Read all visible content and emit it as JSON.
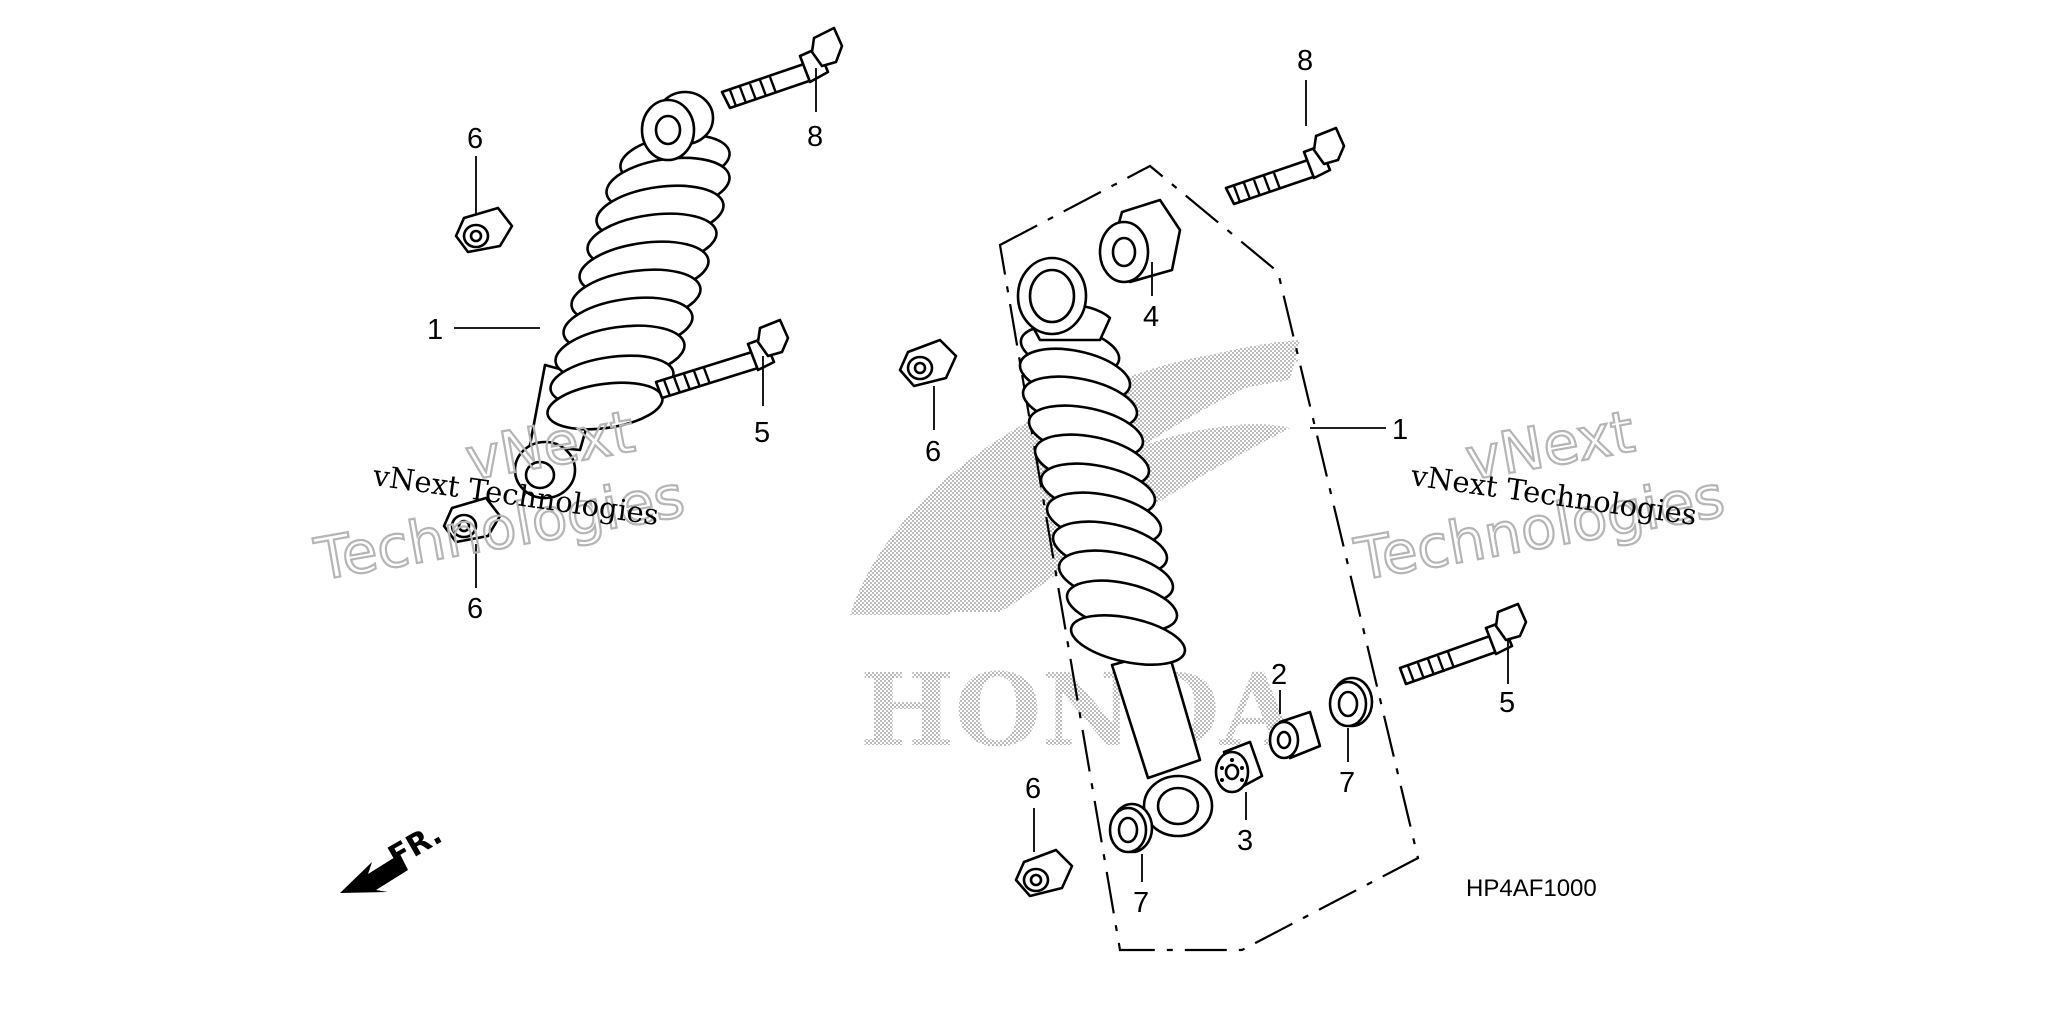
{
  "callouts": {
    "l_6_top": "6",
    "l_8": "8",
    "l_1": "1",
    "l_5": "5",
    "l_6_bottom": "6",
    "r_8": "8",
    "r_4": "4",
    "r_6_upper": "6",
    "r_1": "1",
    "r_5": "5",
    "r_2": "2",
    "r_7_right": "7",
    "r_3": "3",
    "r_6_lower": "6",
    "r_7_lower": "7"
  },
  "diagram_code": "HP4AF1000",
  "front_indicator": "FR.",
  "watermark": {
    "line1": "vNext Technologies",
    "big_line1": "vNext",
    "big_line2": "Technologies",
    "brand": "HONDA"
  },
  "icons": {
    "front_arrow": "front-direction-arrow-icon",
    "brand_logo": "honda-wing-logo"
  }
}
